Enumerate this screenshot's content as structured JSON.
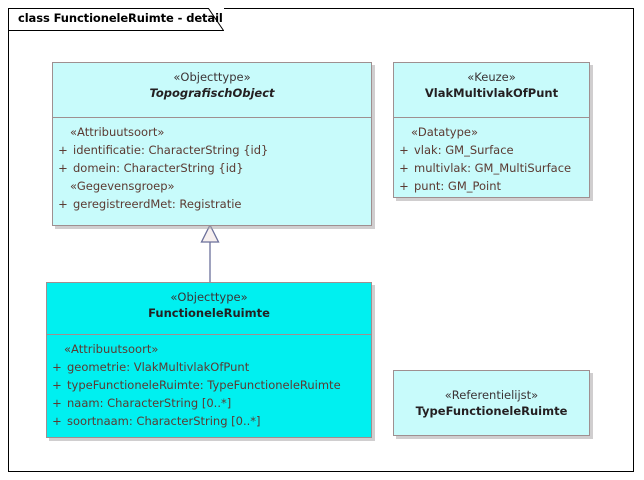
{
  "diagram": {
    "title": "class FunctioneleRuimte - detail",
    "frame_border_color": "#000000",
    "background": "#ffffff"
  },
  "palette": {
    "pale_fill": "#c8fbfb",
    "bright_fill": "#00f0f0",
    "box_border": "#9f8f90",
    "attribute_text": "#5b3a32",
    "classname_text": "#241f21",
    "shadow": "#aaa5a8"
  },
  "classes": [
    {
      "id": "topografisch-object",
      "stereotype": "«Objecttype»",
      "name": "TopografischObject",
      "abstract": true,
      "fill": "pale",
      "compartments": [
        {
          "group": "«Attribuutsoort»",
          "attributes": [
            {
              "visibility": "+",
              "text": "identificatie: CharacterString {id}"
            },
            {
              "visibility": "+",
              "text": "domein: CharacterString {id}"
            }
          ]
        },
        {
          "group": "«Gegevensgroep»",
          "attributes": [
            {
              "visibility": "+",
              "text": "geregistreerdMet: Registratie"
            }
          ]
        }
      ]
    },
    {
      "id": "vlak-multivlak-of-punt",
      "stereotype": "«Keuze»",
      "name": "VlakMultivlakOfPunt",
      "abstract": false,
      "fill": "pale",
      "compartments": [
        {
          "group": "«Datatype»",
          "attributes": [
            {
              "visibility": "+",
              "text": "vlak: GM_Surface"
            },
            {
              "visibility": "+",
              "text": "multivlak: GM_MultiSurface"
            },
            {
              "visibility": "+",
              "text": "punt: GM_Point"
            }
          ]
        }
      ]
    },
    {
      "id": "functionele-ruimte",
      "stereotype": "«Objecttype»",
      "name": "FunctioneleRuimte",
      "abstract": false,
      "fill": "bright",
      "compartments": [
        {
          "group": "«Attribuutsoort»",
          "attributes": [
            {
              "visibility": "+",
              "text": "geometrie: VlakMultivlakOfPunt"
            },
            {
              "visibility": "+",
              "text": "typeFunctioneleRuimte: TypeFunctioneleRuimte"
            },
            {
              "visibility": "+",
              "text": "naam: CharacterString [0..*]"
            },
            {
              "visibility": "+",
              "text": "soortnaam: CharacterString [0..*]"
            }
          ]
        }
      ]
    },
    {
      "id": "type-functionele-ruimte",
      "stereotype": "«Referentielijst»",
      "name": "TypeFunctioneleRuimte",
      "abstract": false,
      "fill": "pale",
      "compartments": []
    }
  ],
  "relationships": [
    {
      "type": "generalization",
      "from": "functionele-ruimte",
      "to": "topografisch-object",
      "arrow": "hollow-triangle"
    }
  ]
}
